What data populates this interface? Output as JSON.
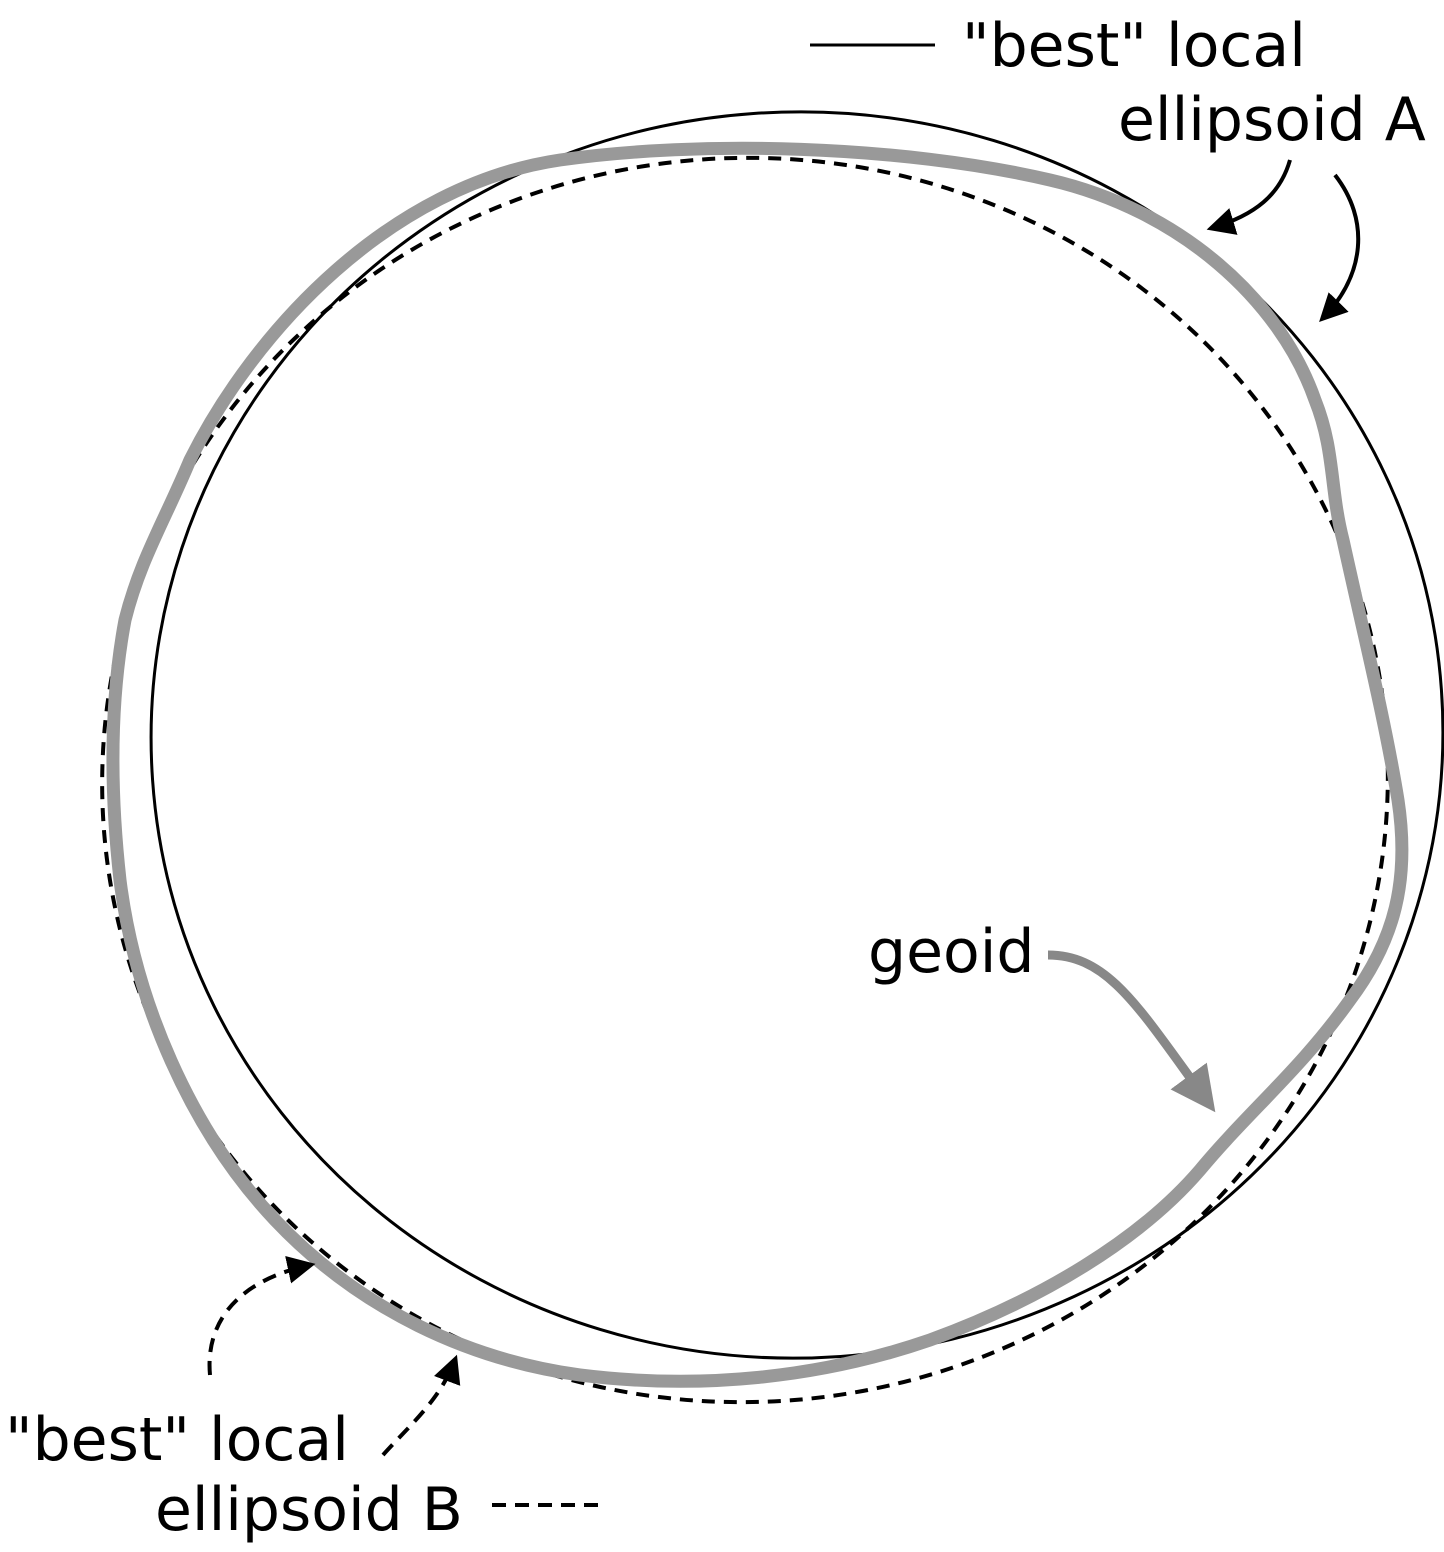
{
  "labels": {
    "ellipsoid_a_line1": "\"best\" local",
    "ellipsoid_a_line2": "ellipsoid A",
    "ellipsoid_b_line1": "\"best\" local",
    "ellipsoid_b_line2": "ellipsoid B",
    "geoid": "geoid"
  },
  "colors": {
    "ellipsoid_a": "#000000",
    "ellipsoid_b": "#000000",
    "geoid": "#999999",
    "geoid_arrow": "#888888"
  },
  "styles": {
    "ellipsoid_a_stroke": "solid",
    "ellipsoid_b_stroke": "dashed",
    "geoid_stroke": "thick"
  }
}
